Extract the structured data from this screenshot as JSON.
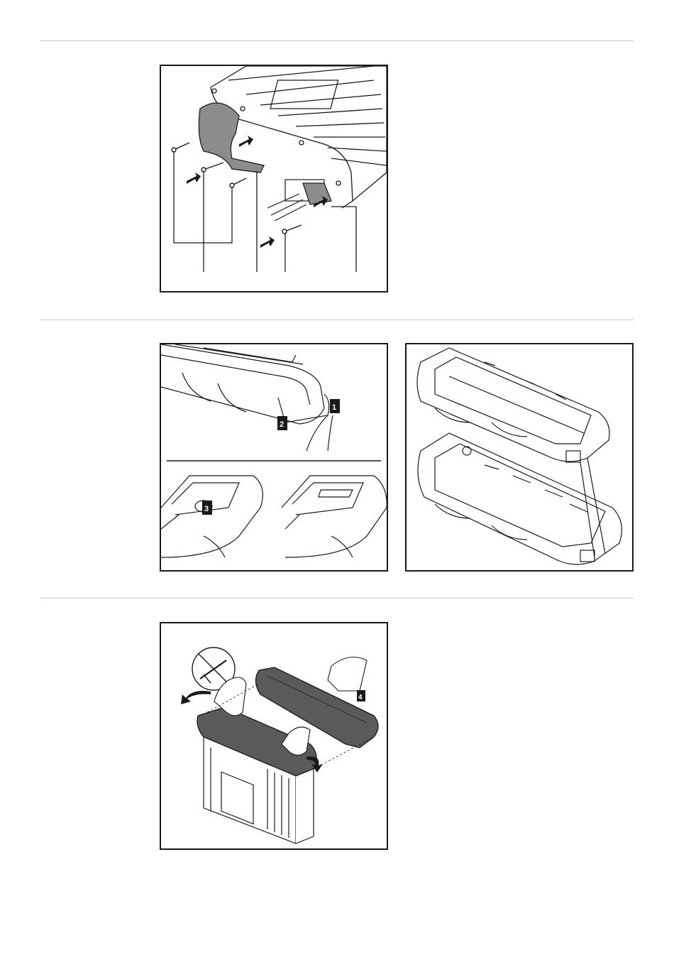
{
  "figures": [
    {
      "id": "fig1",
      "description_visible": "",
      "markers": []
    },
    {
      "id": "fig2",
      "markers": [
        "1",
        "2",
        "3"
      ]
    },
    {
      "id": "fig3",
      "markers": []
    },
    {
      "id": "fig4",
      "markers": [
        "4"
      ]
    }
  ],
  "colors": {
    "line": "#1a1a1a",
    "rule": "#c8c8c8",
    "accent_gray": "#8c8c8c",
    "dark_gray": "#5a5a5a"
  },
  "icons": [
    "arrow-icon",
    "no-screwdriver-icon"
  ]
}
